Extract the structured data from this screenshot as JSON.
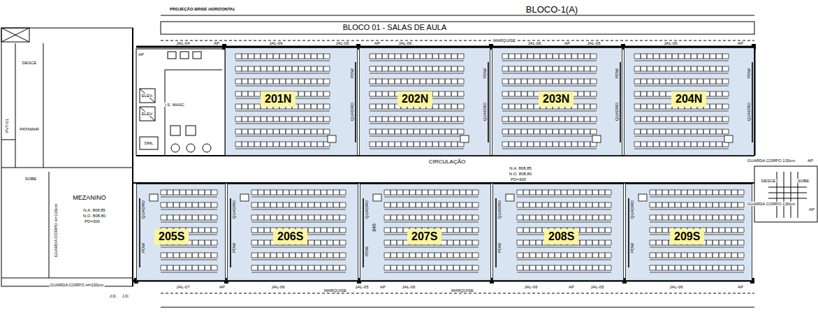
{
  "diagram": {
    "title": "BLOCO-1(A)",
    "nodes": [
      {
        "text": [
          "201N"
        ]
      },
      {
        "text": [
          "202N"
        ]
      },
      {
        "text": [
          "203N"
        ]
      },
      {
        "text": [
          "204N"
        ]
      },
      {
        "text": [
          "205S"
        ]
      },
      {
        "text": [
          "206S"
        ]
      },
      {
        "text": [
          "207S"
        ]
      },
      {
        "text": [
          "208S"
        ]
      },
      {
        "text": [
          "209S"
        ]
      }
    ],
    "labels": [
      "PROJEÇÃO BRISE HORIZONTAL",
      "BLOCO 01 - SALAS DE AULA",
      "AP",
      "JAL-04",
      "AP",
      "JAL-06",
      "JAL-05",
      "AP",
      "JAL-06",
      "MARQUISE",
      "JAL-06",
      "AP",
      "JAL-05",
      "JAL-06",
      "AP",
      "DESCE",
      "PVT-01",
      "PATAMAR",
      "SOBE",
      "MEZANINO",
      "N.A. 808,85",
      "N.O. 808,80",
      "PD=300",
      "GUARDA CORPO H=130cm",
      "GUARDA CORPO H=130cm",
      "J.D.",
      "J.D.",
      "ELEV.",
      "ELEV.",
      "I.S. MASC",
      "DML",
      "CIRCULAÇÃO",
      "N.A. 808,85",
      "N.O. 808,80",
      "PD=300",
      "GUARDA CORPO 130cm",
      "DESCE",
      "SOBE",
      "GUARDA CORPO 130cm",
      "AP",
      "AP",
      "QUADRO",
      "PDW",
      "QUADRO",
      "PDW",
      "QUADRO",
      "PDW",
      "QUADRO",
      "PDW",
      "QUADRO",
      "PDW",
      "QUADRO",
      "PDW",
      "QUADRO",
      "PDW",
      "QUADRO",
      "PDW",
      "QUADRO",
      "PDW",
      "846",
      "JAL-07",
      "AP",
      "JAL-06",
      "MARQUISE",
      "JAL-05",
      "AP",
      "JAL-06",
      "MARQUISE",
      "JAL-06",
      "AP",
      "JAL-05",
      "JAL-06",
      "AP"
    ]
  }
}
